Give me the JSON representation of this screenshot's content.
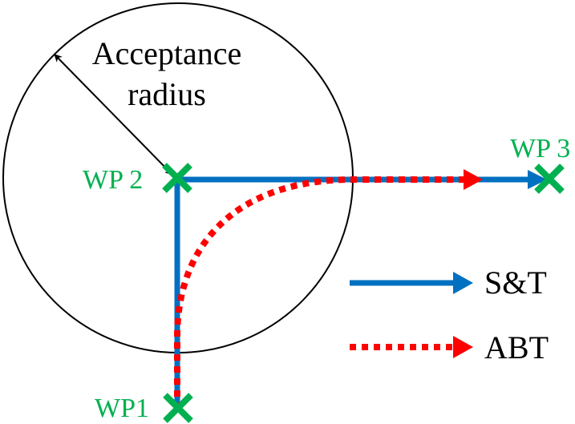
{
  "diagram": {
    "title_label_line1": "Acceptance",
    "title_label_line2": "radius",
    "waypoints": [
      {
        "id": "wp1",
        "label": "WP1"
      },
      {
        "id": "wp2",
        "label": "WP 2"
      },
      {
        "id": "wp3",
        "label": "WP 3"
      }
    ],
    "legend": [
      {
        "label": "S&T",
        "style": "solid",
        "color": "#0070c0"
      },
      {
        "label": "ABT",
        "style": "dotted",
        "color": "#ff0000"
      }
    ],
    "colors": {
      "waypoint": "#00b050",
      "st_path": "#0070c0",
      "abt_path": "#ff0000",
      "circle": "#000000"
    }
  }
}
